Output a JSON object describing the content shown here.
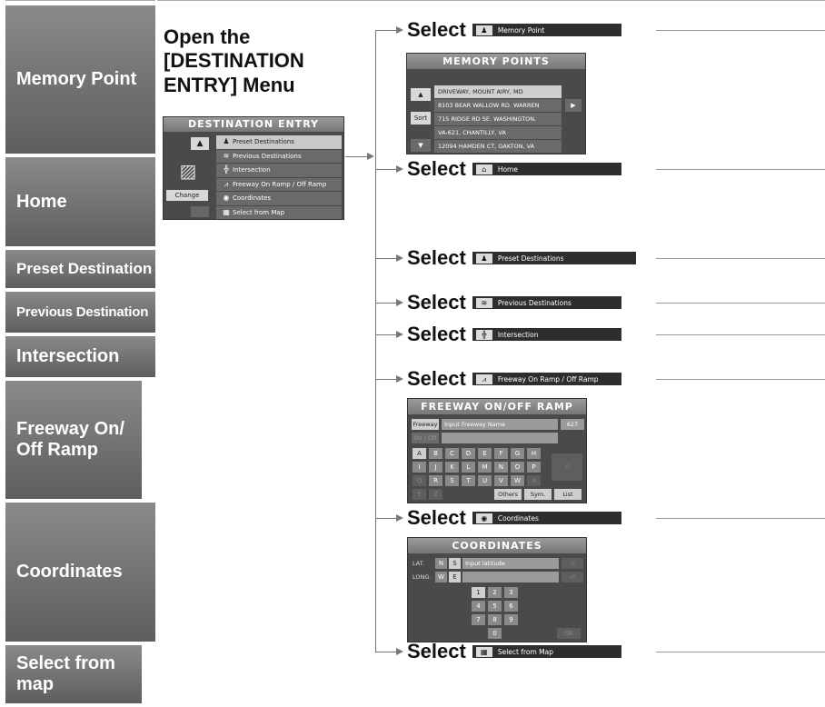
{
  "categories": [
    "Memory Point",
    "Home",
    "Preset Destination",
    "Previous Destination",
    "Intersection",
    "Freeway On/ Off Ramp",
    "Coordinates",
    "Select from map"
  ],
  "open_menu": {
    "title": "Open the [DESTINATION ENTRY] Menu"
  },
  "destination_entry": {
    "title": "DESTINATION ENTRY",
    "change_label": "Change",
    "items": [
      "Preset Destinations",
      "Previous Destinations",
      "Intersection",
      "Freeway On Ramp / Off Ramp",
      "Coordinates",
      "Select from Map"
    ]
  },
  "select_word": "Select",
  "select_buttons": [
    "Memory Point",
    "Home",
    "Preset Destinations",
    "Previous Destinations",
    "Intersection",
    "Freeway On Ramp / Off Ramp",
    "Coordinates",
    "Select from Map"
  ],
  "memory_points": {
    "title": "MEMORY POINTS",
    "sort_label": "Sort",
    "items": [
      "DRIVEWAY, MOUNT AIRY, MD",
      "8103 BEAR WALLOW RD. WARREN",
      "715 RIDGE RD SE. WASHINGTON.",
      "VA-621, CHANTILLY, VA",
      "12094 HAMDEN CT, OAKTON, VA"
    ]
  },
  "freeway": {
    "title": "FREEWAY ON/OFF RAMP",
    "freeway_label": "Freeway",
    "on_off_label": "On / Off",
    "input_placeholder": "Input Freeway Name",
    "count": "627",
    "keys_row1": [
      "A",
      "B",
      "C",
      "D",
      "E",
      "F",
      "G",
      "H"
    ],
    "keys_row2": [
      "I",
      "J",
      "K",
      "L",
      "M",
      "N",
      "O",
      "P"
    ],
    "keys_row3": [
      "Q",
      "R",
      "S",
      "T",
      "U",
      "V",
      "W",
      "X"
    ],
    "keys_row4": [
      "Y",
      "Z"
    ],
    "others_label": "Others",
    "sym_label": "Sym.",
    "list_label": "List"
  },
  "coordinates": {
    "title": "COORDINATES",
    "lat_label": "LAT.",
    "long_label": "LONG.",
    "n": "N",
    "s": "S",
    "w": "W",
    "e": "E",
    "lat_placeholder": "Input latitude",
    "keys": [
      "1",
      "2",
      "3",
      "4",
      "5",
      "6",
      "7",
      "8",
      "9",
      "0"
    ],
    "ok_label": "OK"
  }
}
